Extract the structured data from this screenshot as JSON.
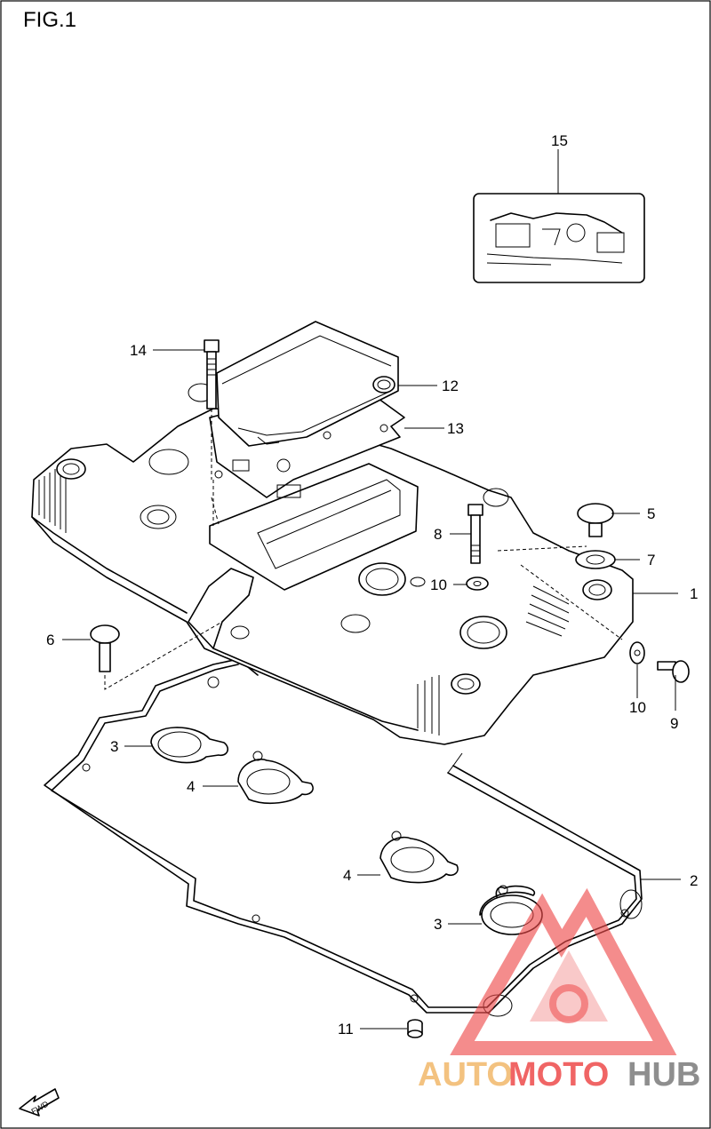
{
  "figure": {
    "title": "FIG.1"
  },
  "callouts": {
    "c1": "1",
    "c2": "2",
    "c3a": "3",
    "c3b": "3",
    "c4a": "4",
    "c4b": "4",
    "c5": "5",
    "c6": "6",
    "c7": "7",
    "c8": "8",
    "c9": "9",
    "c10a": "10",
    "c10b": "10",
    "c11": "11",
    "c12": "12",
    "c13": "13",
    "c14": "14",
    "c15": "15"
  },
  "forward_arrow": {
    "label": "FWD"
  },
  "watermark": {
    "part1": "AUTO",
    "part2": "MOTO",
    "part3": "HUB",
    "colors": {
      "orange": "#f2b86a",
      "red": "#ee4b4b",
      "gray": "#7b7b7b"
    }
  }
}
